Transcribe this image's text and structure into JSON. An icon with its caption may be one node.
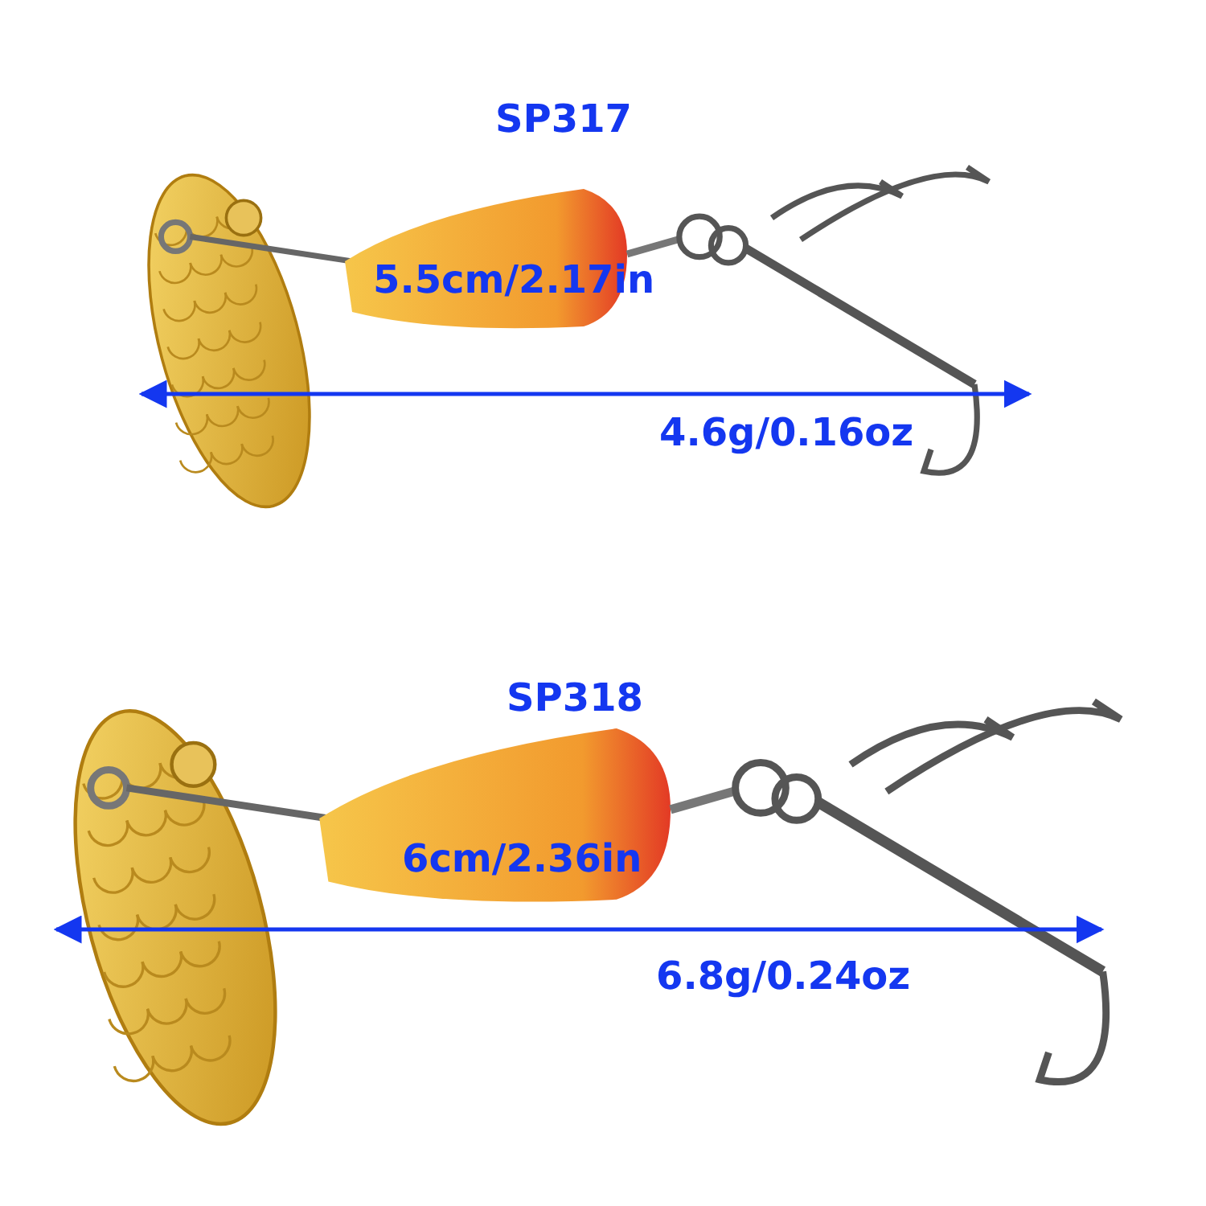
{
  "diagram": {
    "labels": [
      "SP317",
      "5.5cm/2.17in",
      "4.6g/0.16oz",
      "SP318",
      "6cm/2.36in",
      "6.8g/0.24oz"
    ]
  }
}
